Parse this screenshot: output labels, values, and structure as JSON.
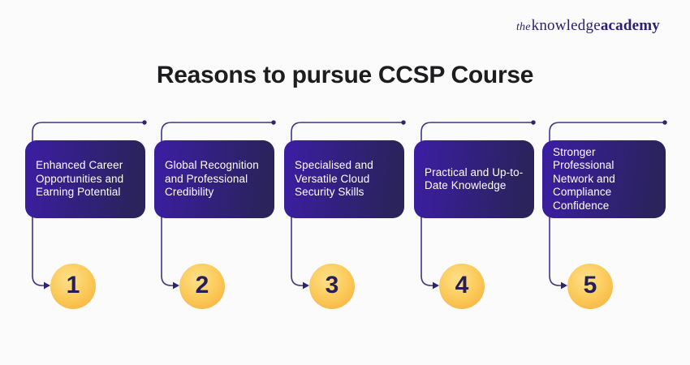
{
  "logo": {
    "the": "the",
    "knowledge": "knowledge",
    "academy": "academy",
    "color": "#2B2173"
  },
  "title": {
    "text": "Reasons to pursue CCSP Course",
    "color": "#1D1D1F"
  },
  "reasons": [
    {
      "number": "1",
      "title": "Enhanced Career Opportunities and Earning Potential"
    },
    {
      "number": "2",
      "title": "Global Recognition and Professional Credibility"
    },
    {
      "number": "3",
      "title": "Specialised and Versatile Cloud Security Skills"
    },
    {
      "number": "4",
      "title": "Practical and Up-to-Date Knowledge"
    },
    {
      "number": "5",
      "title": "Stronger Professional Network and Compliance Confidence"
    }
  ],
  "colors": {
    "background": "#FBFBFC",
    "card_gradient_start": "#3B1EA4",
    "card_gradient_end": "#2A235C",
    "card_text": "#FFFFFF",
    "connector_line": "#3E3683",
    "circle_gradient_start": "#FFE08C",
    "circle_gradient_end": "#F5AD3B",
    "number_text": "#241F55"
  }
}
